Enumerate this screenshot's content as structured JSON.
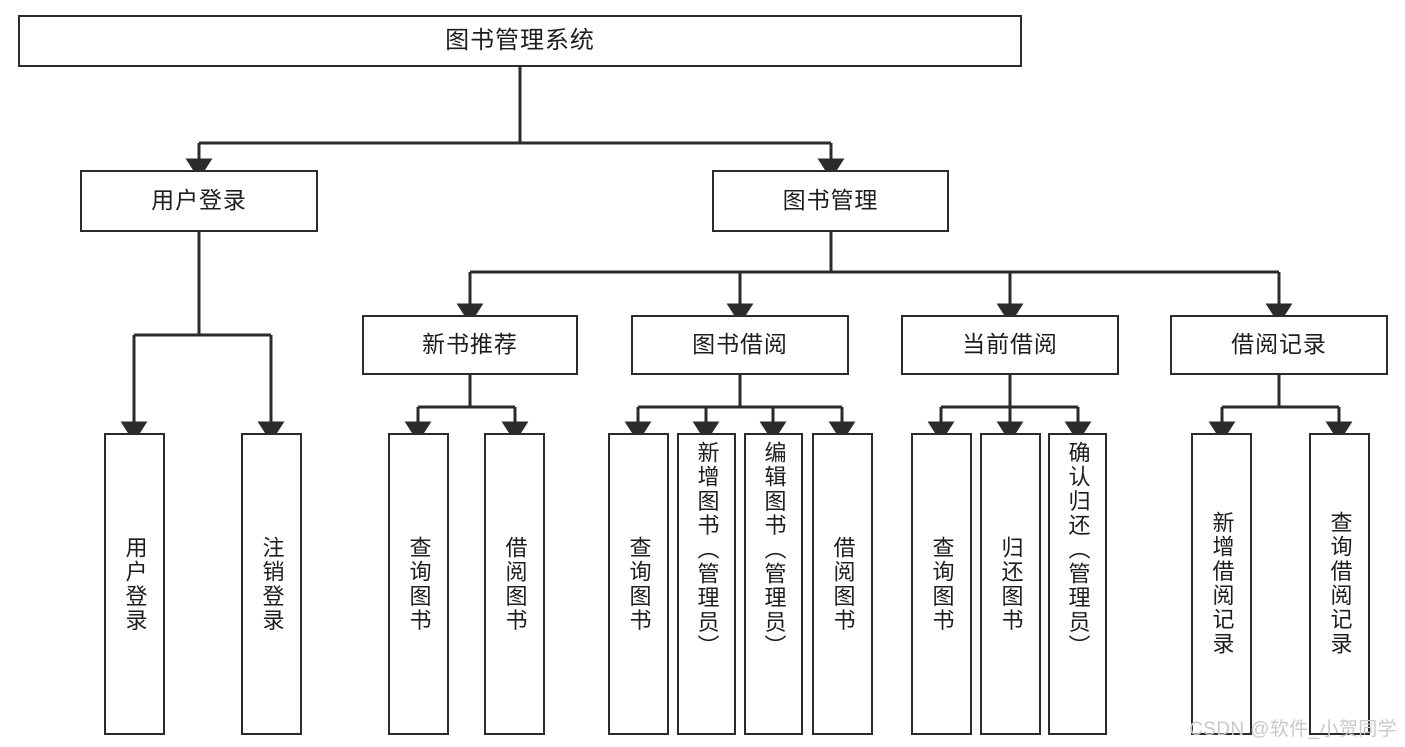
{
  "diagram": {
    "type": "tree-hierarchy",
    "title": "图书管理系统",
    "root": {
      "label": "图书管理系统"
    },
    "level2": [
      {
        "label": "用户登录"
      },
      {
        "label": "图书管理"
      }
    ],
    "level3": [
      {
        "label": "新书推荐"
      },
      {
        "label": "图书借阅"
      },
      {
        "label": "当前借阅"
      },
      {
        "label": "借阅记录"
      }
    ],
    "leaves": {
      "user_login": [
        {
          "label": "用户登录"
        },
        {
          "label": "注销登录"
        }
      ],
      "new_book_recommend": [
        {
          "label": "查询图书"
        },
        {
          "label": "借阅图书"
        }
      ],
      "book_borrow": [
        {
          "label": "查询图书"
        },
        {
          "label": "新增图书（管理员）"
        },
        {
          "label": "编辑图书（管理员）"
        },
        {
          "label": "借阅图书"
        }
      ],
      "current_borrow": [
        {
          "label": "查询图书"
        },
        {
          "label": "归还图书"
        },
        {
          "label": "确认归还（管理员）"
        }
      ],
      "borrow_record": [
        {
          "label": "新增借阅记录"
        },
        {
          "label": "查询借阅记录"
        }
      ]
    }
  },
  "watermark": {
    "text": "CSDN @软件_小贺同学"
  },
  "colors": {
    "stroke": "#2b2b2b",
    "background": "#ffffff",
    "text": "#1d1d1d",
    "watermark": "#c9c9c9"
  }
}
